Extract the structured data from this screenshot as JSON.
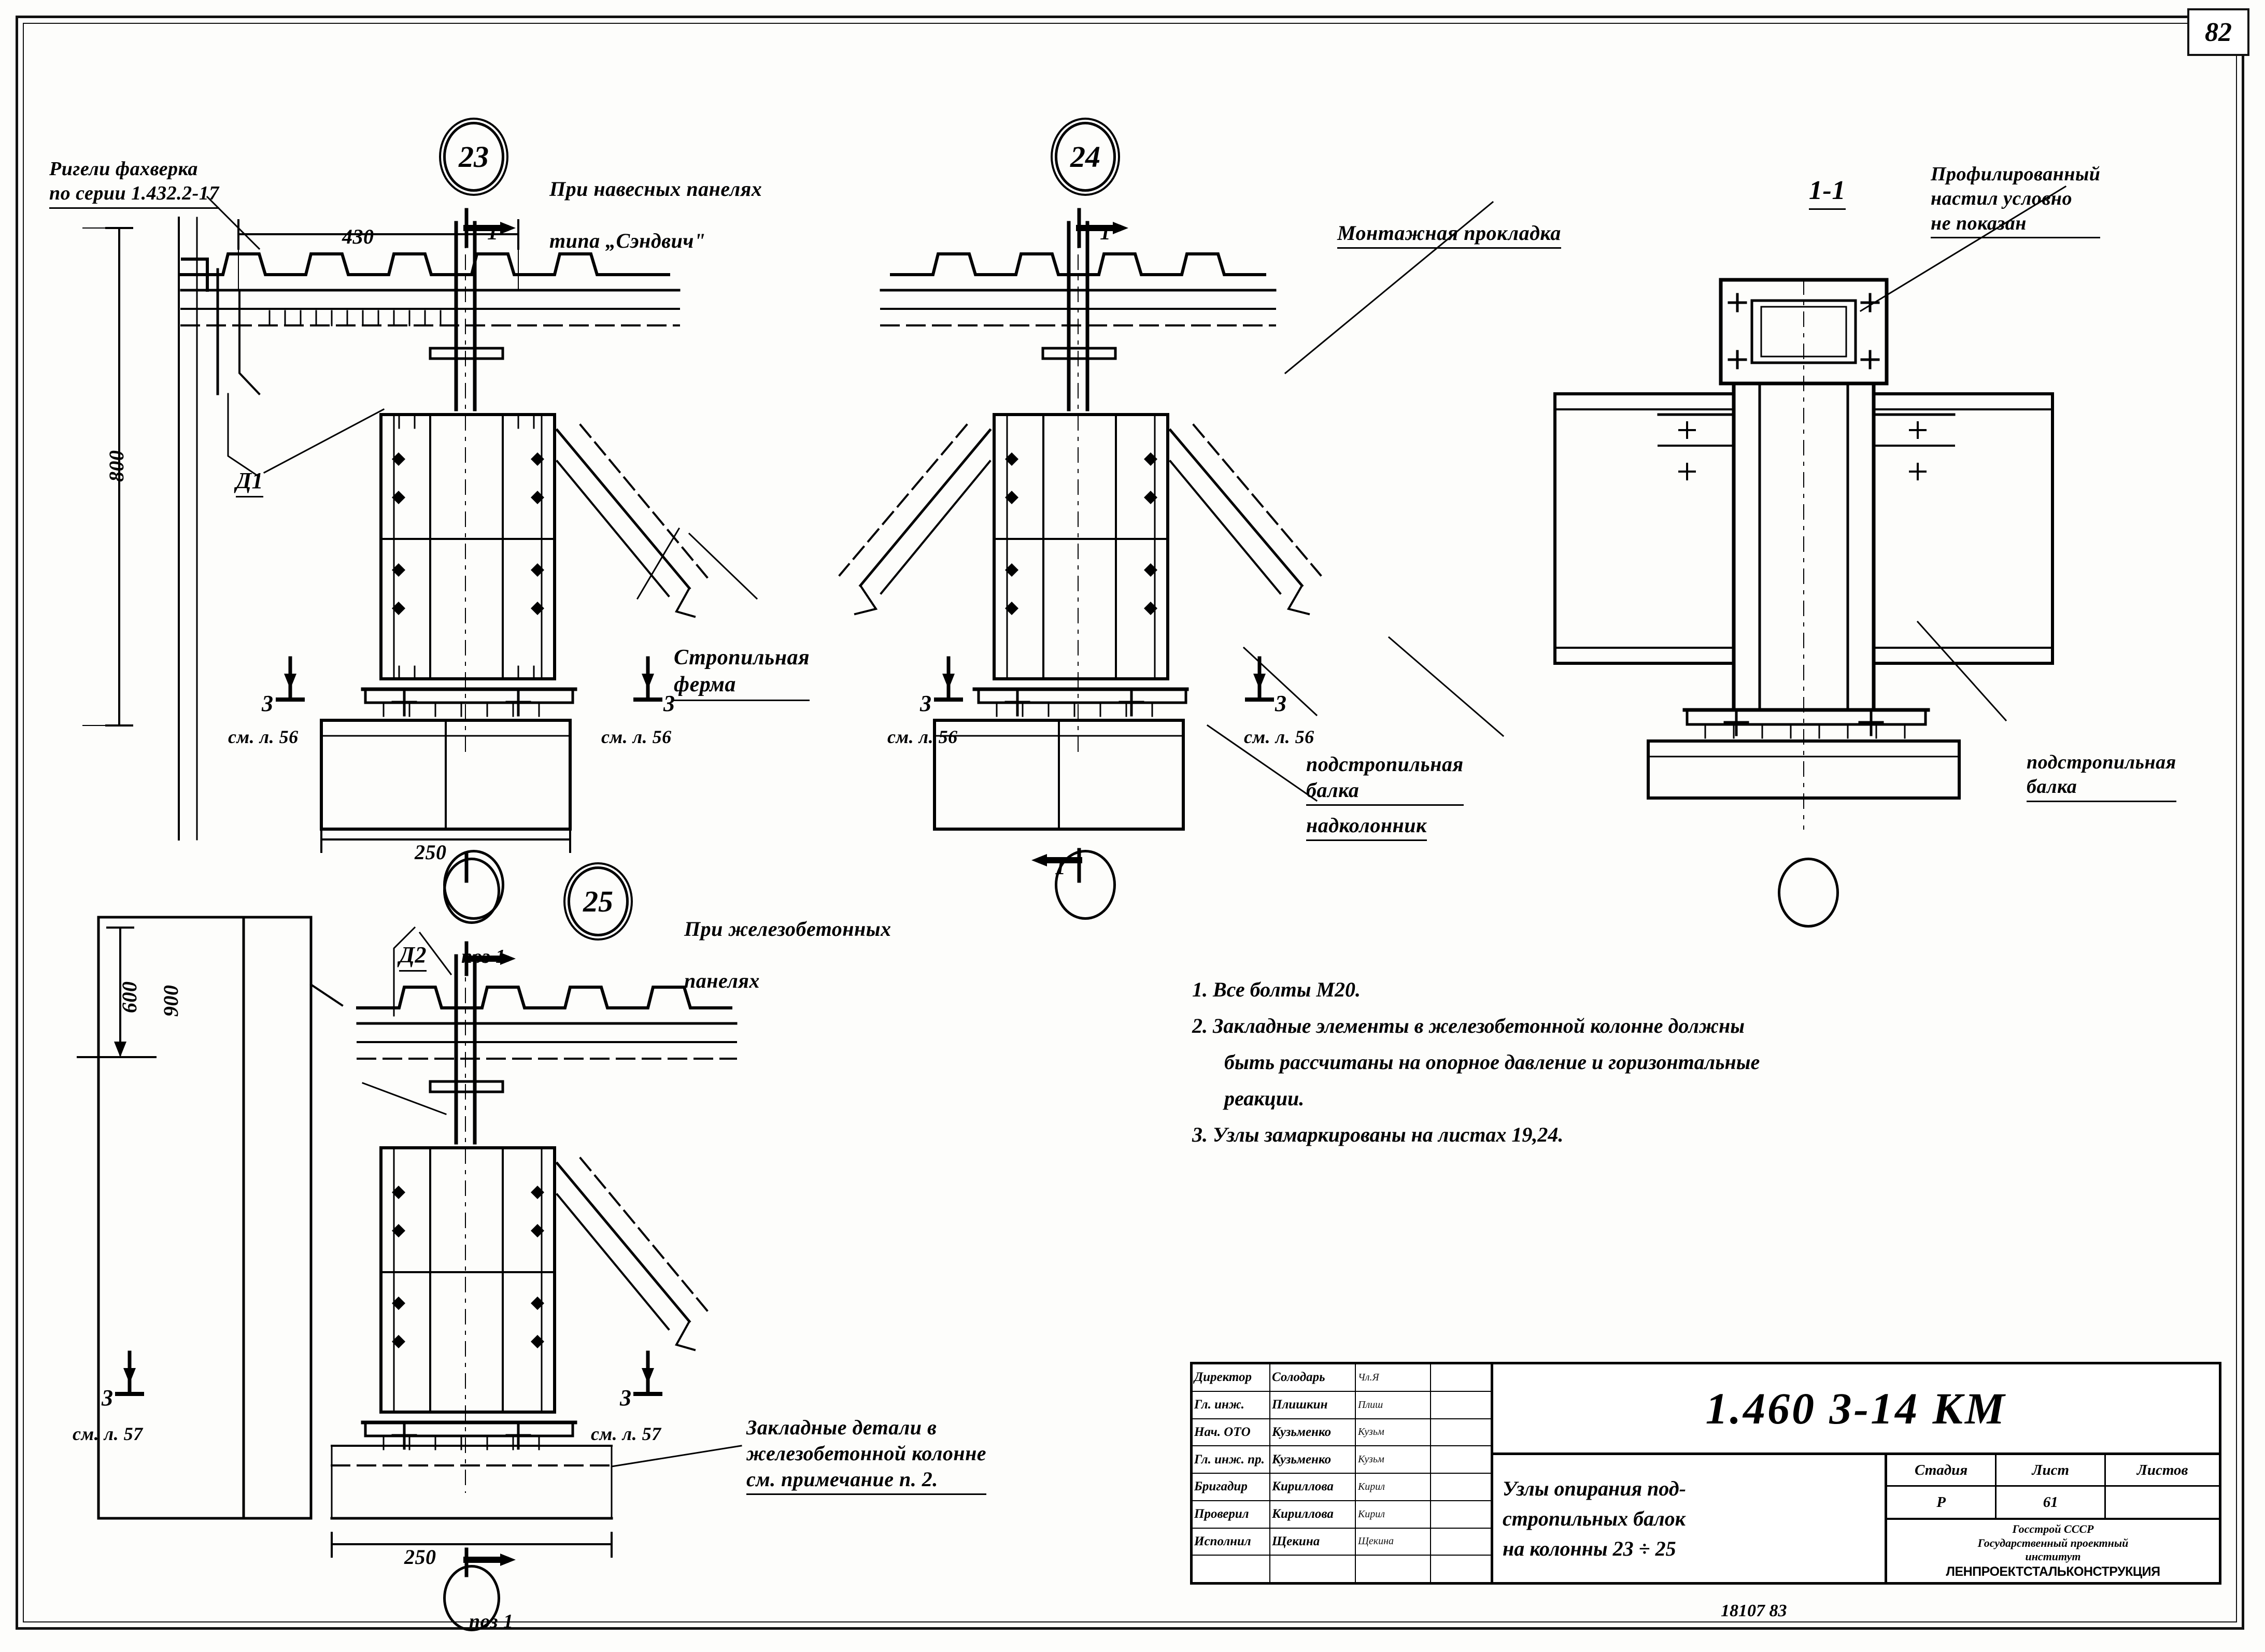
{
  "sheet": {
    "page_number": "82",
    "footer_number": "18107   83"
  },
  "details": {
    "d23": {
      "number": "23",
      "caption_line1": "При навесных панелях",
      "caption_line2": "типа „Сэндвич\"",
      "rigel_label": "Ригели фахверка\nпо серии 1.432.2-17",
      "dim_430": "430",
      "dim_800": "800",
      "dim_250": "250",
      "d1_label": "Д1",
      "section_cut": "1",
      "truss_label": "Стропильная\nферма",
      "sect3_left": "3",
      "sect3_left_sheet": "см. л. 56",
      "sect3_right": "3",
      "sect3_right_sheet": "см. л. 56"
    },
    "d24": {
      "number": "24",
      "section_cut": "1",
      "sect3_left": "3",
      "sect3_left_sheet": "см. л. 56",
      "sect3_right": "3",
      "sect3_right_sheet": "см. л. 56",
      "montage_label": "Монтажная прокладка",
      "podstrop_label": "подстропильная\nбалка",
      "nadkolonnik_label": "надколонник"
    },
    "d25": {
      "number": "25",
      "caption_line1": "При железобетонных",
      "caption_line2": "панелях",
      "d2_label": "Д2",
      "poz1_label": "поз 1",
      "poz1_label_bottom": "поз 1",
      "dim_600": "600",
      "dim_900": "900",
      "dim_250": "250",
      "sect3_left": "3",
      "sect3_left_sheet": "см. л. 57",
      "sect3_right": "3",
      "sect3_right_sheet": "см. л. 57",
      "embedded_label": "Закладные детали в\nжелезобетонной колонне\nсм. примечание п. 2."
    },
    "section11": {
      "title": "1-1",
      "profiled_label": "Профилированный\nнастил условно\nне показан",
      "podstrop_label": "подстропильная\nбалка"
    }
  },
  "notes": {
    "n1": "1. Все  болты М20.",
    "n2": "2. Закладные элементы в железобетонной колонне должны",
    "n2b": "быть  рассчитаны  на опорное  давление  и горизонтальные",
    "n2c": "реакции.",
    "n3": "3. Узлы  замаркированы  на листах   19,24."
  },
  "title_block": {
    "code": "1.460 3-14 КМ",
    "drawing_name_lines": [
      "Узлы опирания под-",
      "стропильных балок",
      "на колонны 23 ÷ 25"
    ],
    "meta": {
      "headers": [
        "Стадия",
        "Лист",
        "Листов"
      ],
      "values": [
        "Р",
        "61",
        ""
      ]
    },
    "org_lines": [
      "Госстрой СССР",
      "Государственный проектный",
      "институт"
    ],
    "institute": "ЛЕНПРОЕКТСТАЛЬКОНСТРУКЦИЯ",
    "rows": [
      {
        "role": "Директор",
        "name": "Солодарь",
        "sig": "Чл.Я"
      },
      {
        "role": "Гл. инж.",
        "name": "Плишкин",
        "sig": "Плиш"
      },
      {
        "role": "Нач. ОТО",
        "name": "Кузьменко",
        "sig": "Кузьм"
      },
      {
        "role": "Гл. инж. пр.",
        "name": "Кузьменко",
        "sig": "Кузьм"
      },
      {
        "role": "Бригадир",
        "name": "Кириллова",
        "sig": "Кирил"
      },
      {
        "role": "Проверил",
        "name": "Кириллова",
        "sig": "Кирил"
      },
      {
        "role": "Исполнил",
        "name": "Щекина",
        "sig": "Щекина"
      },
      {
        "role": "",
        "name": "",
        "sig": ""
      }
    ]
  }
}
